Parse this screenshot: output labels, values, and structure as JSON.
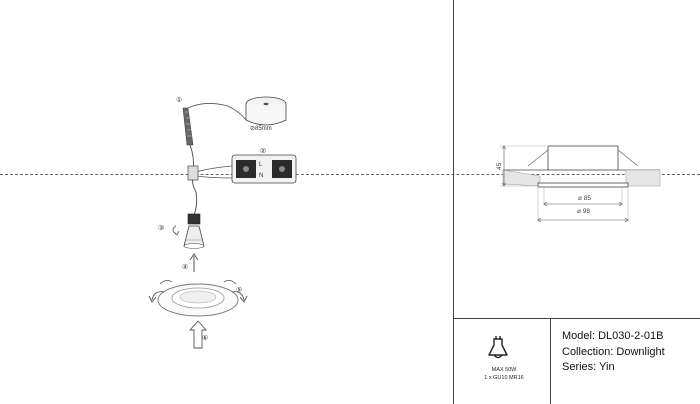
{
  "install_steps": {
    "step1": "①",
    "step2": "②",
    "step3": "③",
    "step4": "④",
    "step5": "⑤",
    "step6": "⑥",
    "cutout_label": "⊘85mm",
    "terminal_l": "L",
    "terminal_n": "N"
  },
  "side_view": {
    "height_label": "45",
    "cutout_diameter": "⌀ 85",
    "outer_diameter": "⌀ 98"
  },
  "spec": {
    "max_power": "MAX 50W",
    "bulb": "1 x GU10 MR16"
  },
  "product": {
    "model": "Model: DL030-2-01B",
    "collection": "Collection: Downlight",
    "series": "Series: Yin"
  },
  "icons": {
    "bulb": "lightbulb-icon"
  }
}
